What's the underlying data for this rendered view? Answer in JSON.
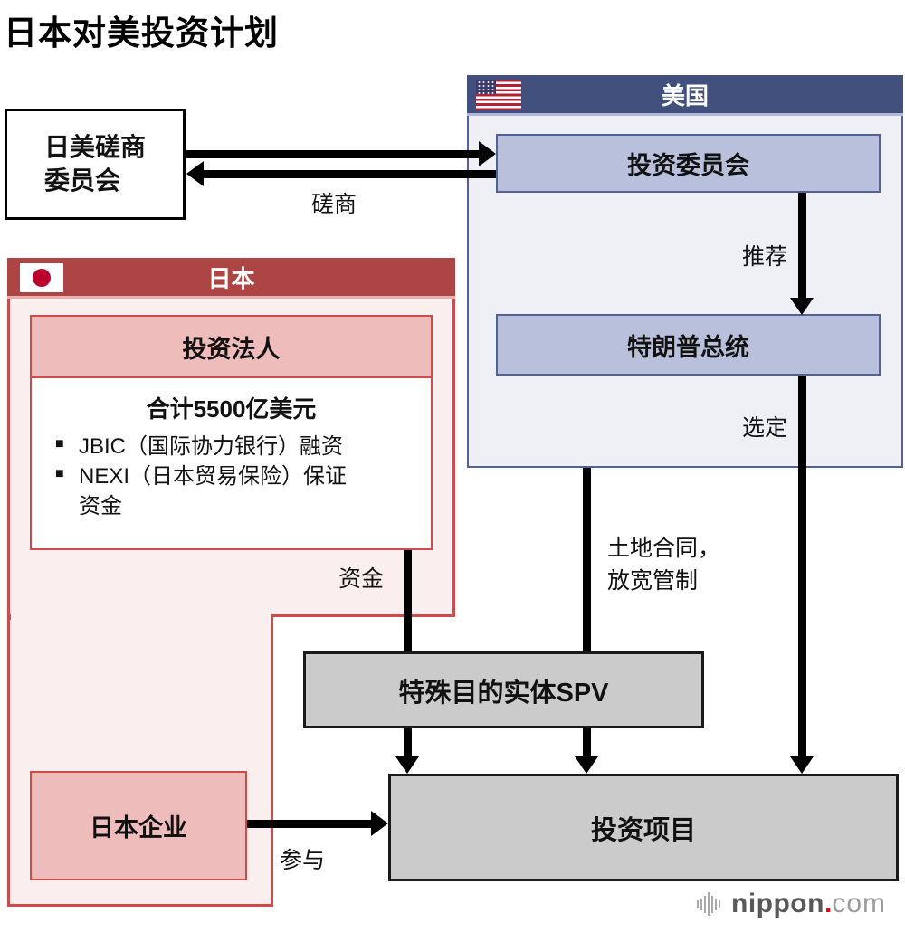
{
  "title": "日本对美投资计划",
  "consultation_box": {
    "line1": "日美磋商",
    "line2": "委员会"
  },
  "usa": {
    "header": "美国",
    "investment_committee": "投资委员会",
    "president": "特朗普总统"
  },
  "japan": {
    "header": "日本",
    "investment_corp": "投资法人",
    "total": "合计5500亿美元",
    "bullet_marker": "■",
    "bullets": [
      "JBIC（国际协力银行）融资",
      "NEXI（日本贸易保险）保证资金"
    ],
    "company": "日本企业"
  },
  "spv": "特殊目的实体SPV",
  "project": "投资项目",
  "edge_labels": {
    "consult": "磋商",
    "recommend": "推荐",
    "select": "选定",
    "funds": "资金",
    "land_line1": "土地合同，",
    "land_line2": "放宽管制",
    "participate": "参与"
  },
  "logo": {
    "name": "nippon",
    "dot": ".",
    "tld": "com"
  },
  "colors": {
    "us_header": "#42507e",
    "us_body": "#eef0f6",
    "us_box_fill": "#b8c0dc",
    "us_box_border": "#52619c",
    "jp_header": "#ad4544",
    "jp_body": "#fbeeee",
    "jp_box_fill": "#efbcbc",
    "jp_border": "#cc4c4c",
    "gray_fill": "#cbcbcb",
    "arrow_black": "#000000",
    "jp_flag_red": "#bc002d",
    "us_flag_blue": "#3c3b6e",
    "us_flag_red": "#b22234",
    "logo_dark": "#595959",
    "logo_light": "#9b9b9b",
    "logo_red": "#e60012"
  }
}
